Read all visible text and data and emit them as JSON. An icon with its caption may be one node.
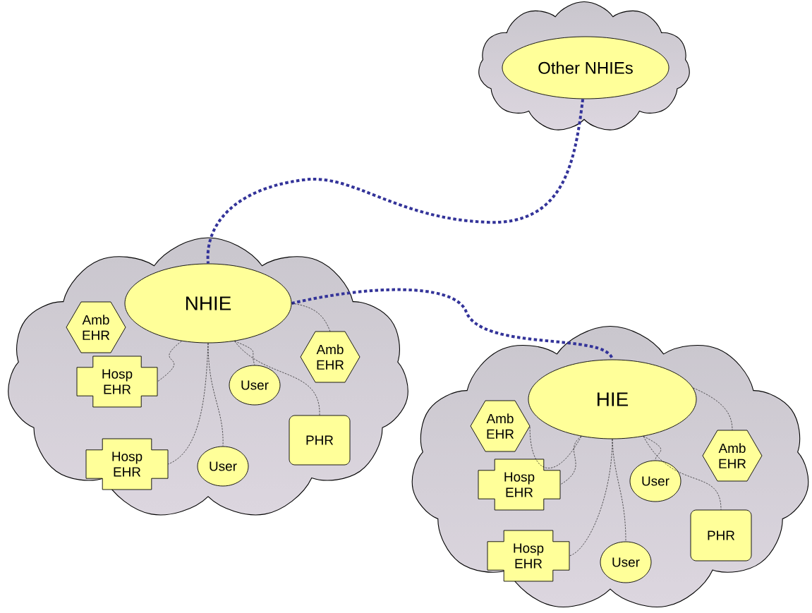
{
  "diagram": {
    "nodes": [
      {
        "text": [],
        "shape": "cloud"
      },
      {
        "text": [
          "Other NHIEs"
        ],
        "in": 0
      },
      {
        "text": [],
        "shape": "cloud"
      },
      {
        "text": [
          "NHIE"
        ],
        "in": 2
      },
      {
        "text": [
          "Amb EHR"
        ],
        "in": 2
      },
      {
        "text": [
          "Hosp EHR"
        ],
        "in": 2
      },
      {
        "text": [
          "Hosp EHR"
        ],
        "in": 2
      },
      {
        "text": [
          "User"
        ],
        "in": 2
      },
      {
        "text": [
          "User"
        ],
        "in": 2
      },
      {
        "text": [
          "Amb EHR"
        ],
        "in": 2
      },
      {
        "text": [
          "PHR"
        ],
        "in": 2
      },
      {
        "text": [],
        "shape": "cloud"
      },
      {
        "text": [
          "HIE"
        ],
        "in": 11
      },
      {
        "text": [
          "Amb EHR"
        ],
        "in": 11
      },
      {
        "text": [
          "Hosp EHR"
        ],
        "in": 11
      },
      {
        "text": [
          "Hosp EHR"
        ],
        "in": 11
      },
      {
        "text": [
          "User"
        ],
        "in": 11
      },
      {
        "text": [
          "User"
        ],
        "in": 11
      },
      {
        "text": [
          "Amb EHR"
        ],
        "in": 11
      },
      {
        "text": [
          "PHR"
        ],
        "in": 11
      }
    ],
    "edges": [
      {
        "from": 1,
        "to": 3,
        "arrow": "none",
        "style": "dashed",
        "color": "#333399"
      },
      {
        "from": 3,
        "to": 12,
        "arrow": "none",
        "style": "dashed",
        "color": "#333399"
      },
      {
        "from": 3,
        "to": 5,
        "arrow": "none",
        "style": "dashed"
      },
      {
        "from": 3,
        "to": 6,
        "arrow": "none",
        "style": "dashed"
      },
      {
        "from": 3,
        "to": 8,
        "arrow": "none",
        "style": "dashed"
      },
      {
        "from": 3,
        "to": 7,
        "arrow": "none",
        "style": "dashed"
      },
      {
        "from": 3,
        "to": 10,
        "arrow": "none",
        "style": "dashed"
      },
      {
        "from": 3,
        "to": 9,
        "arrow": "none",
        "style": "dashed"
      },
      {
        "from": 12,
        "to": 13,
        "arrow": "none",
        "style": "dashed"
      },
      {
        "from": 12,
        "to": 14,
        "arrow": "none",
        "style": "dashed"
      },
      {
        "from": 12,
        "to": 15,
        "arrow": "none",
        "style": "dashed"
      },
      {
        "from": 12,
        "to": 17,
        "arrow": "none",
        "style": "dashed"
      },
      {
        "from": 12,
        "to": 16,
        "arrow": "none",
        "style": "dashed"
      },
      {
        "from": 12,
        "to": 19,
        "arrow": "none",
        "style": "dashed"
      },
      {
        "from": 12,
        "to": 18,
        "arrow": "none",
        "style": "dashed"
      }
    ]
  }
}
